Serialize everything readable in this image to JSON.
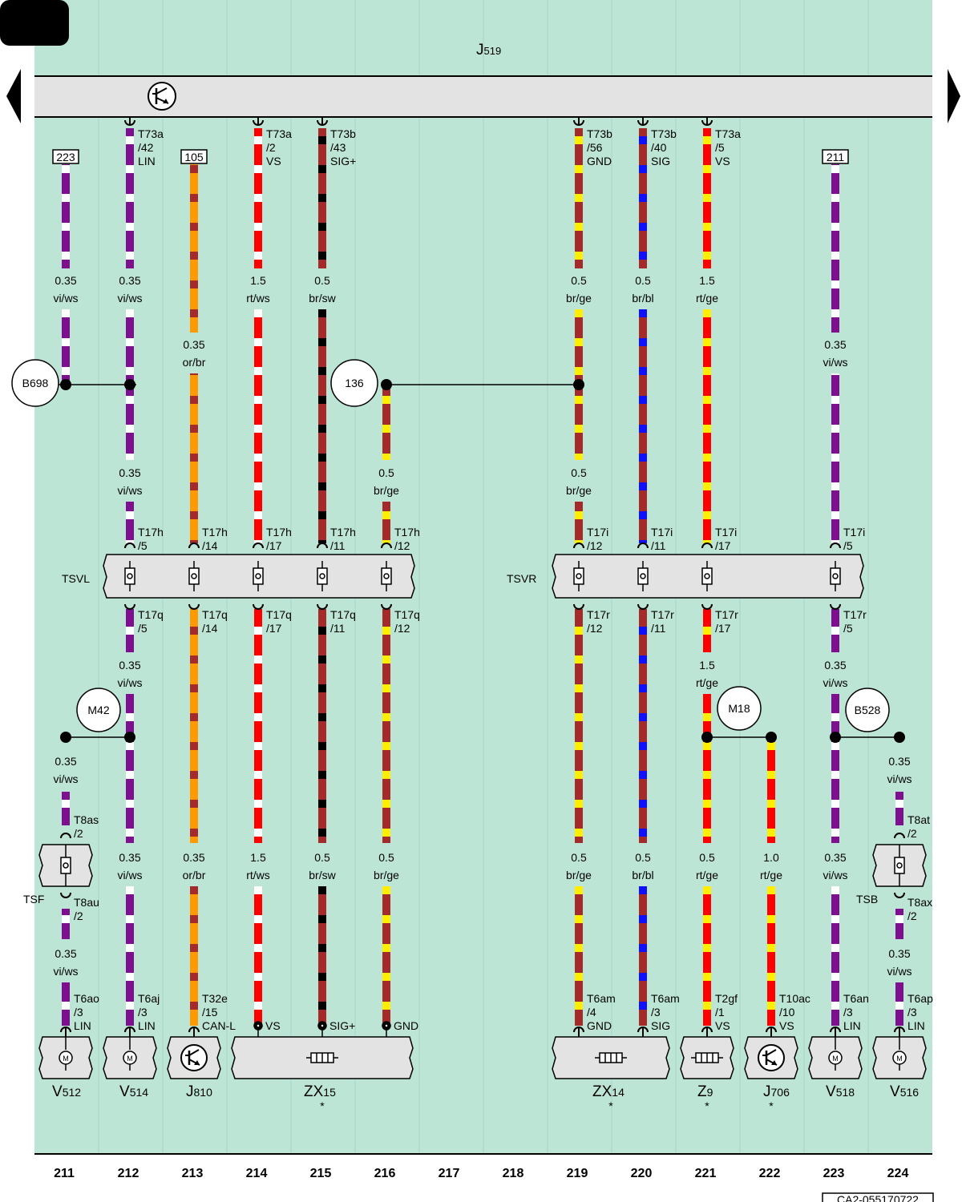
{
  "header": {
    "ecu": "J519",
    "ecu_prefix": "J",
    "ecu_sub": "519",
    "corner_box_color": "#000000"
  },
  "colors": {
    "background": "#bce5d6",
    "band": "#e3e3e3",
    "vi": "#7e0f8e",
    "ws": "#ffffff",
    "or": "#ff9900",
    "br": "#a52a2a",
    "rt": "#ff0000",
    "sw": "#000000",
    "ge": "#ffee00",
    "bl": "#1010ff"
  },
  "wires": [
    {
      "col": "211",
      "segments": [
        {
          "spec": [
            "0.35",
            "vi/ws"
          ]
        },
        {
          "spec": [
            "0.35",
            "vi/ws"
          ]
        }
      ],
      "top_ref": "223",
      "bottom_pin": [
        "T6ao",
        "/3",
        "LIN"
      ]
    },
    {
      "col": "212",
      "segments": [
        {
          "spec": [
            "0.35",
            "vi/ws"
          ]
        },
        {
          "spec": [
            "0.35",
            "vi/ws"
          ]
        },
        {
          "spec": [
            "0.35",
            "vi/ws"
          ]
        },
        {
          "spec": [
            "0.35",
            "vi/ws"
          ]
        }
      ],
      "top_pin": [
        "T73a",
        "/42",
        "LIN"
      ],
      "tsv_top": [
        "T17h",
        "/5"
      ],
      "tsv_bottom": [
        "T17q",
        "/5"
      ],
      "bottom_pin": [
        "T6aj",
        "/3",
        "LIN"
      ]
    },
    {
      "col": "213",
      "segments": [
        {
          "spec": [
            "0.35",
            "or/br"
          ]
        },
        {
          "spec": [
            "0.35",
            "or/br"
          ]
        }
      ],
      "top_ref": "105",
      "tsv_top": [
        "T17h",
        "/14"
      ],
      "tsv_bottom": [
        "T17q",
        "/14"
      ],
      "bottom_pin": [
        "T32e",
        "/15",
        "CAN-L"
      ]
    },
    {
      "col": "214",
      "segments": [
        {
          "spec": [
            "1.5",
            "rt/ws"
          ]
        },
        {
          "spec": [
            "1.5",
            "rt/ws"
          ]
        }
      ],
      "top_pin": [
        "T73a",
        "/2",
        "VS"
      ],
      "tsv_top": [
        "T17h",
        "/17"
      ],
      "tsv_bottom": [
        "T17q",
        "/17"
      ],
      "bottom_pin": [
        "VS"
      ]
    },
    {
      "col": "215",
      "segments": [
        {
          "spec": [
            "0.5",
            "br/sw"
          ]
        },
        {
          "spec": [
            "0.5",
            "br/sw"
          ]
        }
      ],
      "top_pin": [
        "T73b",
        "/43",
        "SIG+"
      ],
      "tsv_top": [
        "T17h",
        "/11"
      ],
      "tsv_bottom": [
        "T17q",
        "/11"
      ],
      "bottom_pin": [
        "SIG+"
      ]
    },
    {
      "col": "216",
      "segments": [
        {
          "spec": [
            "0.5",
            "br/ge"
          ]
        },
        {
          "spec": [
            "0.5",
            "br/ge"
          ]
        }
      ],
      "tsv_top": [
        "T17h",
        "/12"
      ],
      "tsv_bottom": [
        "T17q",
        "/12"
      ],
      "bottom_pin": [
        "GND"
      ]
    },
    {
      "col": "219",
      "segments": [
        {
          "spec": [
            "0.5",
            "br/ge"
          ]
        },
        {
          "spec": [
            "0.5",
            "br/ge"
          ]
        },
        {
          "spec": [
            "0.5",
            "br/ge"
          ]
        }
      ],
      "top_pin": [
        "T73b",
        "/56",
        "GND"
      ],
      "tsv_top": [
        "T17i",
        "/12"
      ],
      "tsv_bottom": [
        "T17r",
        "/12"
      ],
      "bottom_pin": [
        "T6am",
        "/4",
        "GND"
      ]
    },
    {
      "col": "220",
      "segments": [
        {
          "spec": [
            "0.5",
            "br/bl"
          ]
        },
        {
          "spec": [
            "0.5",
            "br/bl"
          ]
        }
      ],
      "top_pin": [
        "T73b",
        "/40",
        "SIG"
      ],
      "tsv_top": [
        "T17i",
        "/11"
      ],
      "tsv_bottom": [
        "T17r",
        "/11"
      ],
      "bottom_pin": [
        "T6am",
        "/3",
        "SIG"
      ]
    },
    {
      "col": "221",
      "segments": [
        {
          "spec": [
            "1.5",
            "rt/ge"
          ]
        },
        {
          "spec": [
            "1.5",
            "rt/ge"
          ]
        },
        {
          "spec": [
            "0.5",
            "rt/ge"
          ]
        }
      ],
      "top_pin": [
        "T73a",
        "/5",
        "VS"
      ],
      "tsv_top": [
        "T17i",
        "/17"
      ],
      "tsv_bottom": [
        "T17r",
        "/17"
      ],
      "bottom_pin": [
        "T2gf",
        "/1",
        "VS"
      ]
    },
    {
      "col": "222",
      "segments": [
        {
          "spec": [
            "1.0",
            "rt/ge"
          ]
        }
      ],
      "bottom_pin": [
        "T10ac",
        "/10",
        "VS"
      ]
    },
    {
      "col": "223",
      "segments": [
        {
          "spec": [
            "0.35",
            "vi/ws"
          ]
        },
        {
          "spec": [
            "0.35",
            "vi/ws"
          ]
        },
        {
          "spec": [
            "0.35",
            "vi/ws"
          ]
        }
      ],
      "top_ref": "211",
      "tsv_top": [
        "T17i",
        "/5"
      ],
      "tsv_bottom": [
        "T17r",
        "/5"
      ],
      "bottom_pin": [
        "T6an",
        "/3",
        "LIN"
      ]
    },
    {
      "col": "224",
      "segments": [
        {
          "spec": [
            "0.35",
            "vi/ws"
          ]
        },
        {
          "spec": [
            "0.35",
            "vi/ws"
          ]
        }
      ],
      "bottom_pin": [
        "T6ap",
        "/3",
        "LIN"
      ]
    }
  ],
  "connectors": {
    "TSVL": "TSVL",
    "TSVR": "TSVR",
    "TSF": "TSF",
    "TSB": "TSB",
    "TSF_top": [
      "T8as",
      "/2"
    ],
    "TSF_bottom": [
      "T8au",
      "/2"
    ],
    "TSB_top": [
      "T8at",
      "/2"
    ],
    "TSB_bottom": [
      "T8ax",
      "/2"
    ]
  },
  "splices": {
    "B698": "B698",
    "136": "136",
    "M42": "M42",
    "M18": "M18",
    "B528": "B528"
  },
  "components": [
    {
      "id": "V512",
      "prefix": "V",
      "sub": "512",
      "icon": "motor-icon"
    },
    {
      "id": "V514",
      "prefix": "V",
      "sub": "514",
      "icon": "motor-icon"
    },
    {
      "id": "J810",
      "prefix": "J",
      "sub": "810",
      "icon": "ecu-transistor-icon"
    },
    {
      "id": "ZX15",
      "prefix": "ZX",
      "sub": "15",
      "icon": "heater-element-icon",
      "note": "*"
    },
    {
      "id": "ZX14",
      "prefix": "ZX",
      "sub": "14",
      "icon": "heater-element-icon",
      "note": "*"
    },
    {
      "id": "Z9",
      "prefix": "Z",
      "sub": "9",
      "icon": "heater-element-icon",
      "note": "*"
    },
    {
      "id": "J706",
      "prefix": "J",
      "sub": "706",
      "icon": "ecu-transistor-icon",
      "note": "*"
    },
    {
      "id": "V518",
      "prefix": "V",
      "sub": "518",
      "icon": "motor-icon"
    },
    {
      "id": "V516",
      "prefix": "V",
      "sub": "516",
      "icon": "motor-icon"
    }
  ],
  "columns": [
    "211",
    "212",
    "213",
    "214",
    "215",
    "216",
    "217",
    "218",
    "219",
    "220",
    "221",
    "222",
    "223",
    "224"
  ],
  "footer": {
    "code": "CA2-055170722"
  },
  "icons": {
    "ecu_icon": "ecu-transistor-icon",
    "nav_left": "triangle-left-icon",
    "nav_right": "triangle-right-icon"
  }
}
